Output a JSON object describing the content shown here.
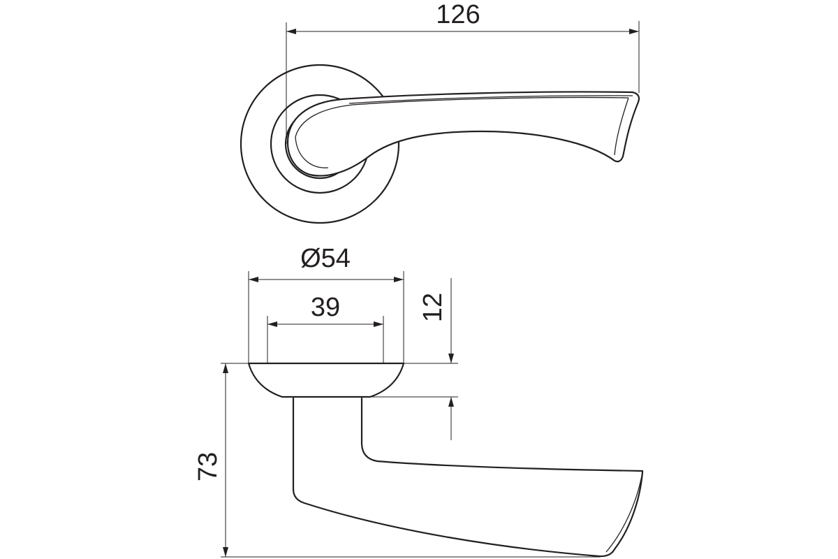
{
  "dimensions": {
    "handle_length": "126",
    "rosette_diameter": "Ø54",
    "neck_width": "39",
    "rosette_height": "12",
    "total_height": "73"
  },
  "colors": {
    "line": "#231f20",
    "background": "#ffffff"
  }
}
